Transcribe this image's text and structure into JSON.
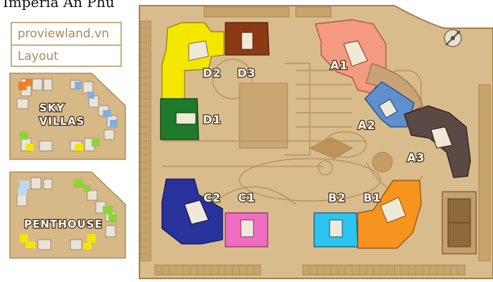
{
  "map": {
    "title": "Imperia An Phu",
    "brand": {
      "site": "proviewland.vn",
      "caption": "Layout"
    },
    "blocks": [
      {
        "id": "D2",
        "label": "D2",
        "color": "#f5e600"
      },
      {
        "id": "D3",
        "label": "D3",
        "color": "#8c3a12"
      },
      {
        "id": "D1",
        "label": "D1",
        "color": "#1d7a2a"
      },
      {
        "id": "A1",
        "label": "A1",
        "color": "#f49a80"
      },
      {
        "id": "A2",
        "label": "A2",
        "color": "#5f8fcf"
      },
      {
        "id": "A3",
        "label": "A3",
        "color": "#5a4a45"
      },
      {
        "id": "C2",
        "label": "C2",
        "color": "#27329a"
      },
      {
        "id": "C1",
        "label": "C1",
        "color": "#f06ec2"
      },
      {
        "id": "B2",
        "label": "B2",
        "color": "#2ec4f0"
      },
      {
        "id": "B1",
        "label": "B1",
        "color": "#f7941e"
      }
    ],
    "insets": [
      {
        "label_line1": "SKY",
        "label_line2": "VILLAS"
      },
      {
        "label_line1": "PENTHOUSE",
        "label_line2": ""
      }
    ],
    "compass": "compass-rose"
  }
}
